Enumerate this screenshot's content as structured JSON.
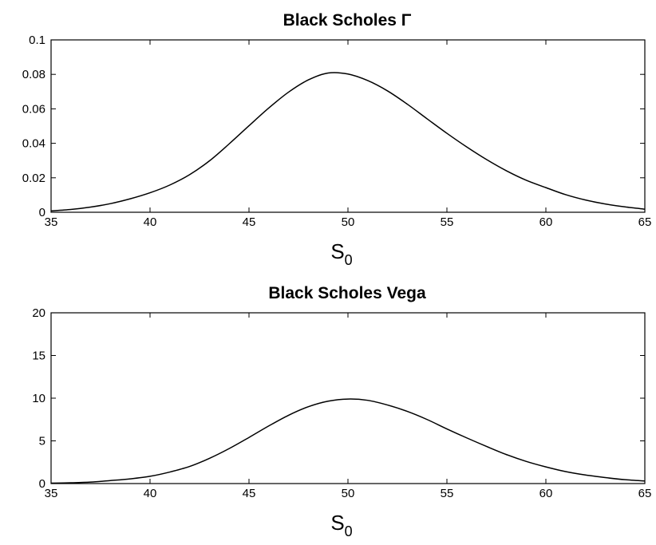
{
  "chart_data": [
    {
      "type": "line",
      "title": "Black Scholes Γ",
      "xlabel": "S",
      "xlabel_subscript": "0",
      "ylabel": "",
      "xlim": [
        35,
        65
      ],
      "ylim": [
        0,
        0.1
      ],
      "xticks": [
        "35",
        "40",
        "45",
        "50",
        "55",
        "60",
        "65"
      ],
      "yticks": [
        "0",
        "0.02",
        "0.04",
        "0.06",
        "0.08",
        "0.1"
      ],
      "grid": false,
      "line_color": "#000000",
      "series": [
        {
          "x": [
            35,
            36,
            37,
            38,
            39,
            40,
            41,
            42,
            43,
            44,
            45,
            46,
            47,
            48,
            49,
            50,
            51,
            52,
            53,
            54,
            55,
            56,
            57,
            58,
            59,
            60,
            61,
            62,
            63,
            64,
            65
          ],
          "y": [
            0.0008,
            0.0016,
            0.003,
            0.005,
            0.0078,
            0.0113,
            0.0158,
            0.0218,
            0.0298,
            0.0397,
            0.0502,
            0.0605,
            0.0697,
            0.0768,
            0.0808,
            0.0802,
            0.0764,
            0.0704,
            0.0627,
            0.0542,
            0.0458,
            0.0379,
            0.0306,
            0.0241,
            0.0186,
            0.0143,
            0.0102,
            0.0071,
            0.0048,
            0.0031,
            0.0018
          ]
        }
      ]
    },
    {
      "type": "line",
      "title": "Black Scholes Vega",
      "xlabel": "S",
      "xlabel_subscript": "0",
      "ylabel": "",
      "xlim": [
        35,
        65
      ],
      "ylim": [
        0,
        20
      ],
      "xticks": [
        "35",
        "40",
        "45",
        "50",
        "55",
        "60",
        "65"
      ],
      "yticks": [
        "0",
        "5",
        "10",
        "15",
        "20"
      ],
      "grid": false,
      "line_color": "#000000",
      "series": [
        {
          "x": [
            35,
            36,
            37,
            38,
            39,
            40,
            41,
            42,
            43,
            44,
            45,
            46,
            47,
            48,
            49,
            50,
            51,
            52,
            53,
            54,
            55,
            56,
            57,
            58,
            59,
            60,
            61,
            62,
            63,
            64,
            65
          ],
          "y": [
            0.05,
            0.09,
            0.17,
            0.35,
            0.55,
            0.85,
            1.35,
            2.0,
            2.95,
            4.1,
            5.4,
            6.75,
            8.0,
            9.0,
            9.65,
            9.9,
            9.75,
            9.2,
            8.45,
            7.5,
            6.4,
            5.35,
            4.35,
            3.4,
            2.6,
            1.95,
            1.4,
            1.0,
            0.7,
            0.45,
            0.3
          ]
        }
      ]
    }
  ]
}
